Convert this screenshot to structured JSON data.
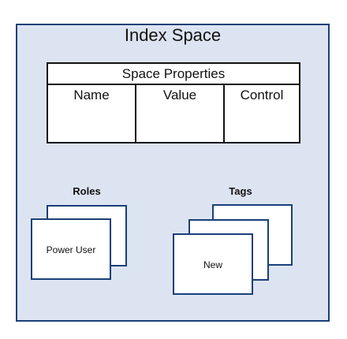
{
  "space": {
    "title": "Index Space"
  },
  "properties_table": {
    "title": "Space Properties",
    "columns": [
      "Name",
      "Value",
      "Control"
    ]
  },
  "roles": {
    "label": "Roles",
    "front_card": "Power User"
  },
  "tags": {
    "label": "Tags",
    "front_card": "New"
  },
  "colors": {
    "container_fill": "#dde4f1",
    "container_border": "#1a3f7a",
    "card_border": "#1a3f7a"
  }
}
